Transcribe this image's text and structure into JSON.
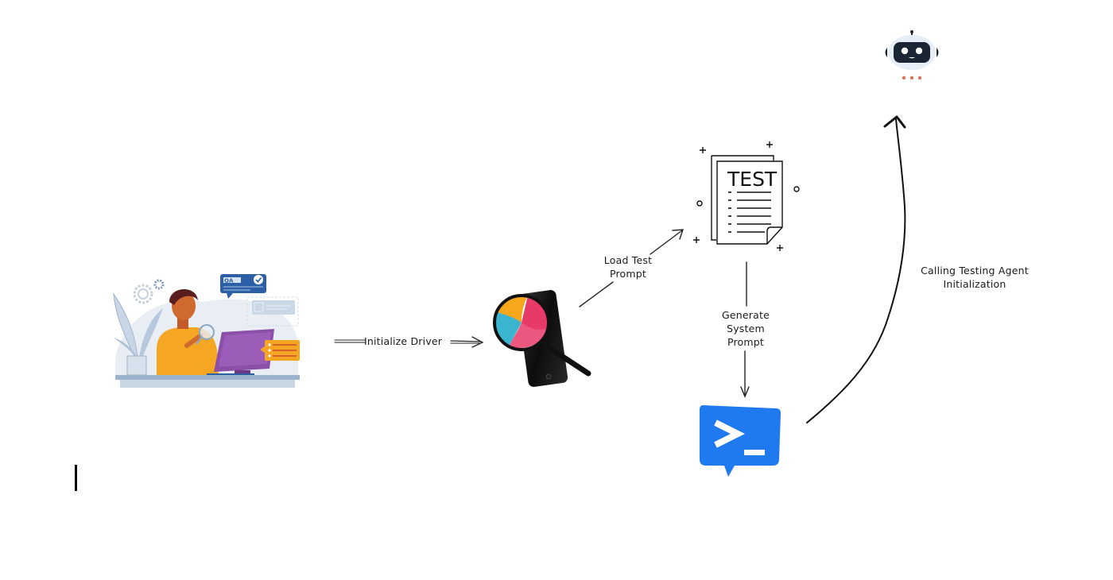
{
  "diagram": {
    "nodes": [
      {
        "id": "qa-tester",
        "icon": "qa-tester-illustration-icon",
        "badge_text": "QA"
      },
      {
        "id": "driver",
        "icon": "phone-magnifier-app-icon"
      },
      {
        "id": "test-doc",
        "icon": "test-document-icon",
        "doc_title": "TEST"
      },
      {
        "id": "terminal",
        "icon": "terminal-prompt-icon",
        "glyph": ">_"
      },
      {
        "id": "agent",
        "icon": "robot-agent-icon"
      }
    ],
    "edges": [
      {
        "from": "qa-tester",
        "to": "driver",
        "label": "Initialize Driver"
      },
      {
        "from": "driver",
        "to": "test-doc",
        "label_lines": [
          "Load Test",
          "Prompt"
        ]
      },
      {
        "from": "test-doc",
        "to": "terminal",
        "label_lines": [
          "Generate",
          "System",
          "Prompt"
        ]
      },
      {
        "from": "terminal",
        "to": "agent",
        "label_lines": [
          "Calling Testing Agent",
          "Initialization"
        ]
      }
    ],
    "colors": {
      "terminal_blue": "#1f7af0",
      "robot_navy": "#1b2433",
      "robot_dots": "#e0725a",
      "qa_badge_blue": "#2d5fa6",
      "person_shirt": "#f5a623",
      "monitor_purple": "#8b4fa8",
      "lens_orange": "#f7a71c",
      "lens_pink": "#e83a67",
      "lens_teal": "#3bb4cf"
    }
  }
}
